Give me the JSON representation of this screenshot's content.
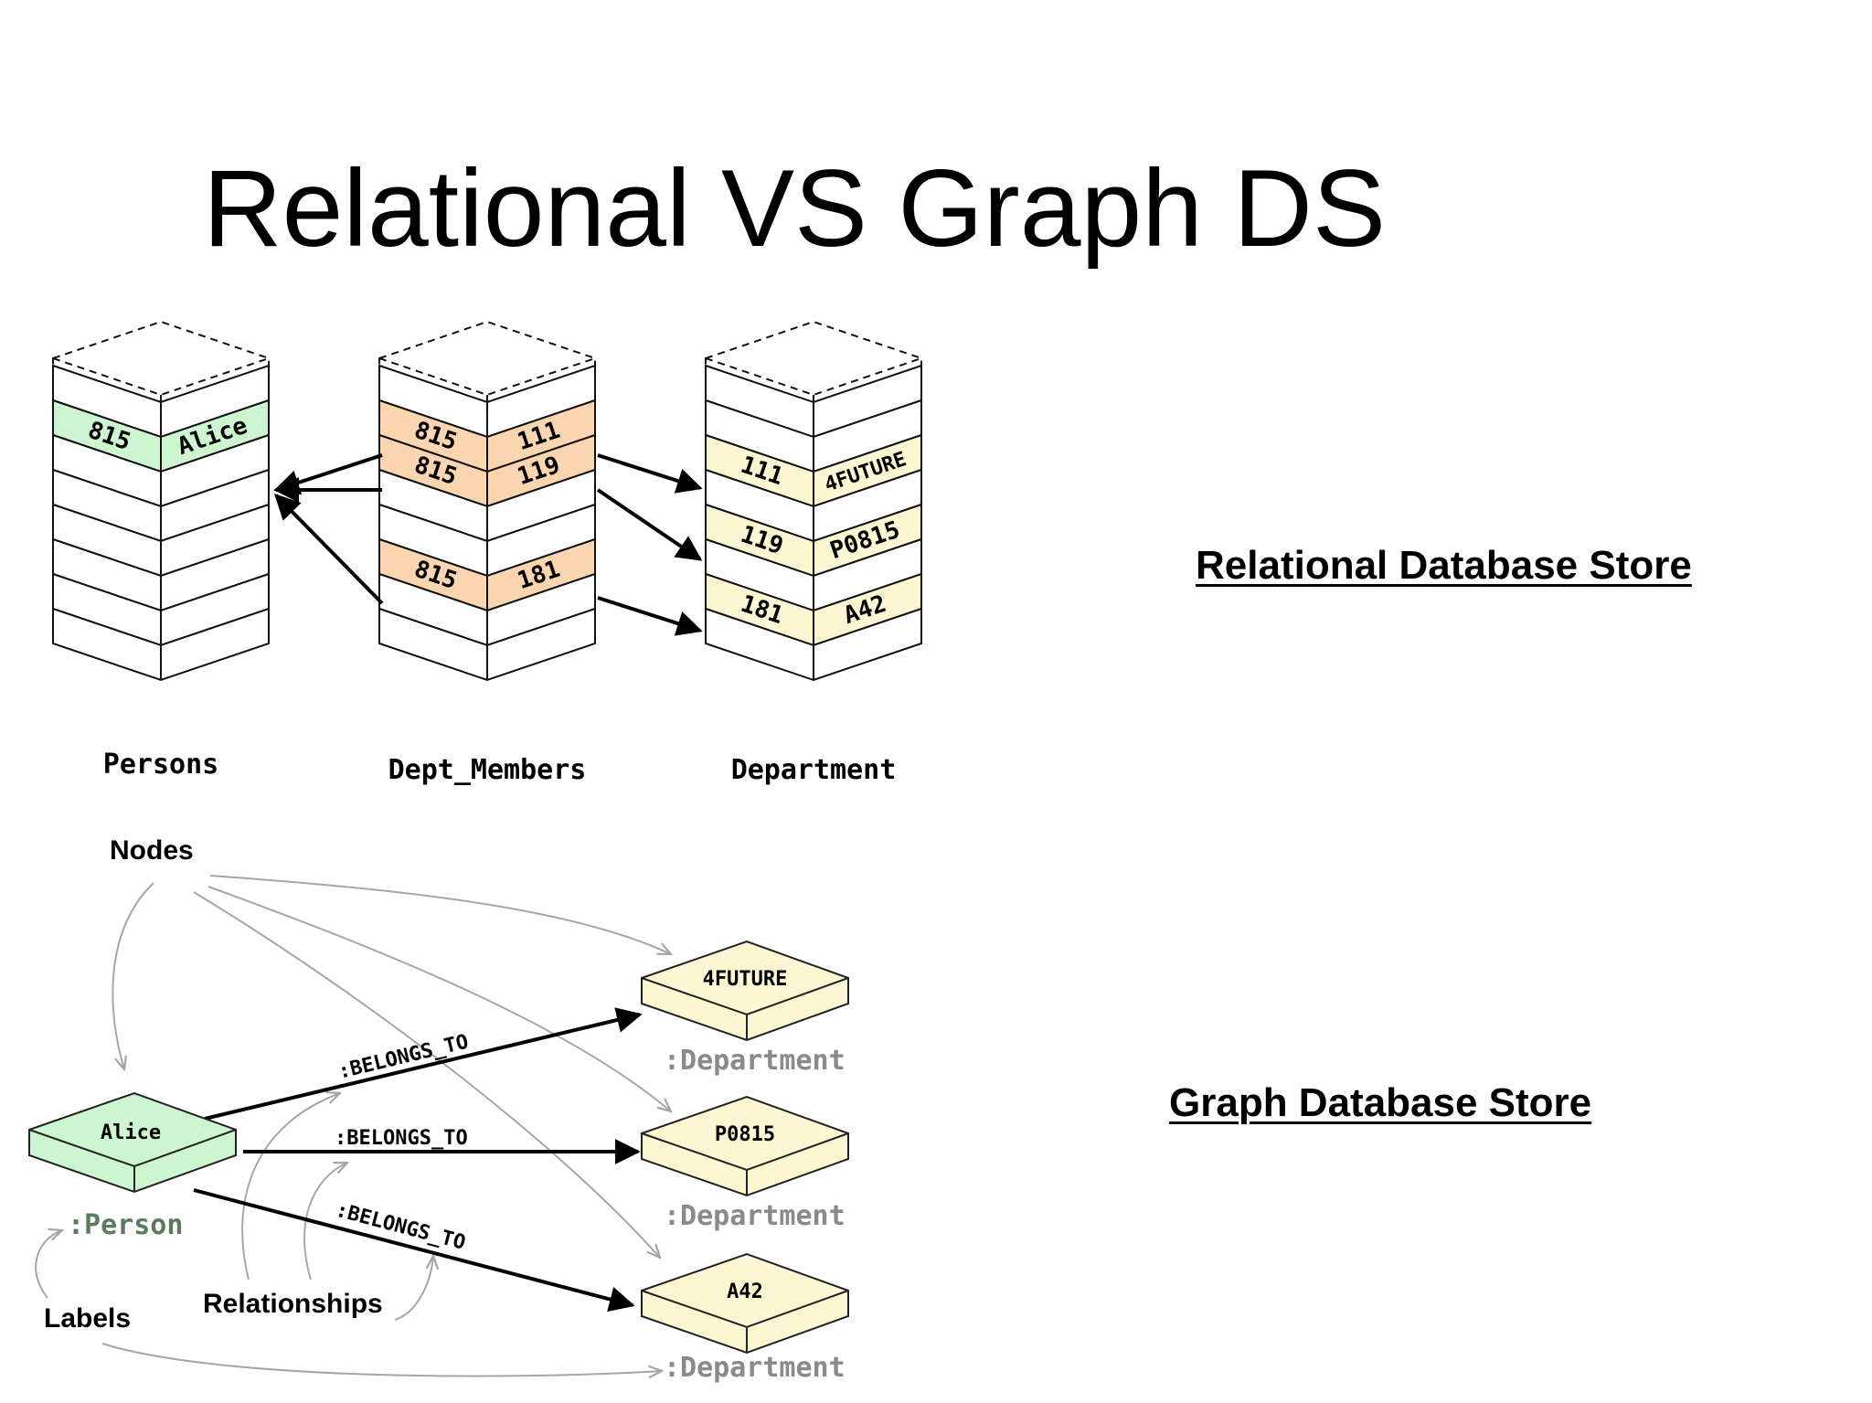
{
  "title": "Relational VS Graph DS",
  "relational_label": "Relational Database Store",
  "graph_label": "Graph Database Store",
  "relational": {
    "tables": [
      {
        "name": "Persons",
        "rows": [
          {
            "values": [
              "815",
              "Alice"
            ],
            "highlighted": true
          }
        ]
      },
      {
        "name": "Dept_Members",
        "rows": [
          {
            "values": [
              "815",
              "111"
            ],
            "highlighted": true
          },
          {
            "values": [
              "815",
              "119"
            ],
            "highlighted": true
          },
          {
            "values": [
              "815",
              "181"
            ],
            "highlighted": true
          }
        ]
      },
      {
        "name": "Department",
        "rows": [
          {
            "values": [
              "111",
              "4FUTURE"
            ],
            "highlighted": true
          },
          {
            "values": [
              "119",
              "P0815"
            ],
            "highlighted": true
          },
          {
            "values": [
              "181",
              "A42"
            ],
            "highlighted": true
          }
        ]
      }
    ]
  },
  "graph": {
    "nodes": [
      {
        "id": "alice",
        "name": "Alice",
        "label": ":Person"
      },
      {
        "id": "4future",
        "name": "4FUTURE",
        "label": ":Department"
      },
      {
        "id": "p0815",
        "name": "P0815",
        "label": ":Department"
      },
      {
        "id": "a42",
        "name": "A42",
        "label": ":Department"
      }
    ],
    "relationships": [
      {
        "from": "alice",
        "to": "4future",
        "type": ":BELONGS_TO"
      },
      {
        "from": "alice",
        "to": "p0815",
        "type": ":BELONGS_TO"
      },
      {
        "from": "alice",
        "to": "a42",
        "type": ":BELONGS_TO"
      }
    ],
    "callouts": {
      "nodes": "Nodes",
      "labels": "Labels",
      "relationships": "Relationships"
    }
  },
  "colors": {
    "person_fill": "#cdf5cf",
    "dept_members_fill": "#fad5b0",
    "department_fill": "#fcf6d2",
    "node_person_fill": "#cdf5cf",
    "node_dept_fill": "#fcf6d2",
    "label_person": "#5c7a5e",
    "label_dept": "#8a8a8a",
    "callout_arrow": "#a6a6a6"
  }
}
